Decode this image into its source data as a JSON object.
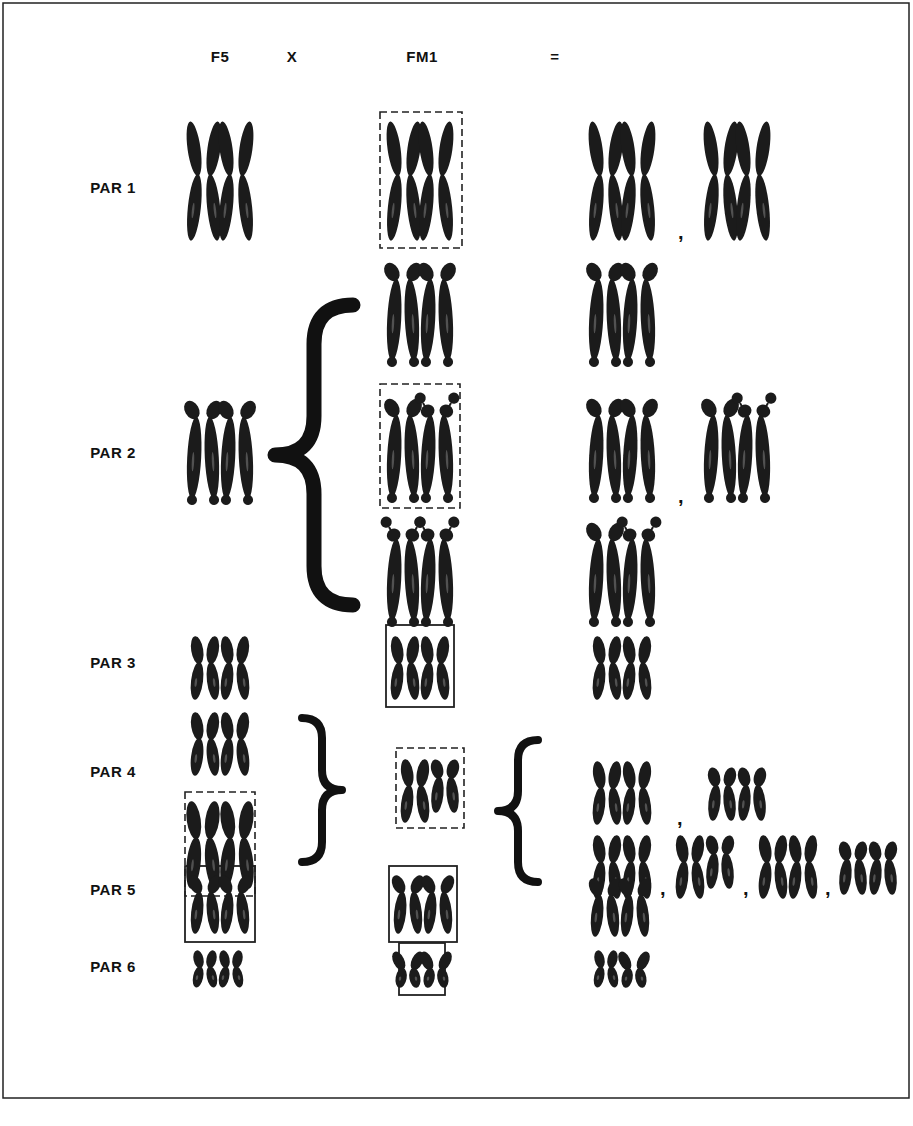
{
  "diagram": {
    "labels": [
      "F5",
      "X",
      "FM1",
      "=",
      "PAR 1",
      ",",
      "PAR 2",
      ",",
      "PAR 3",
      "PAR 4",
      ",",
      ",",
      ",",
      ",",
      "PAR 5",
      "PAR 6"
    ]
  }
}
